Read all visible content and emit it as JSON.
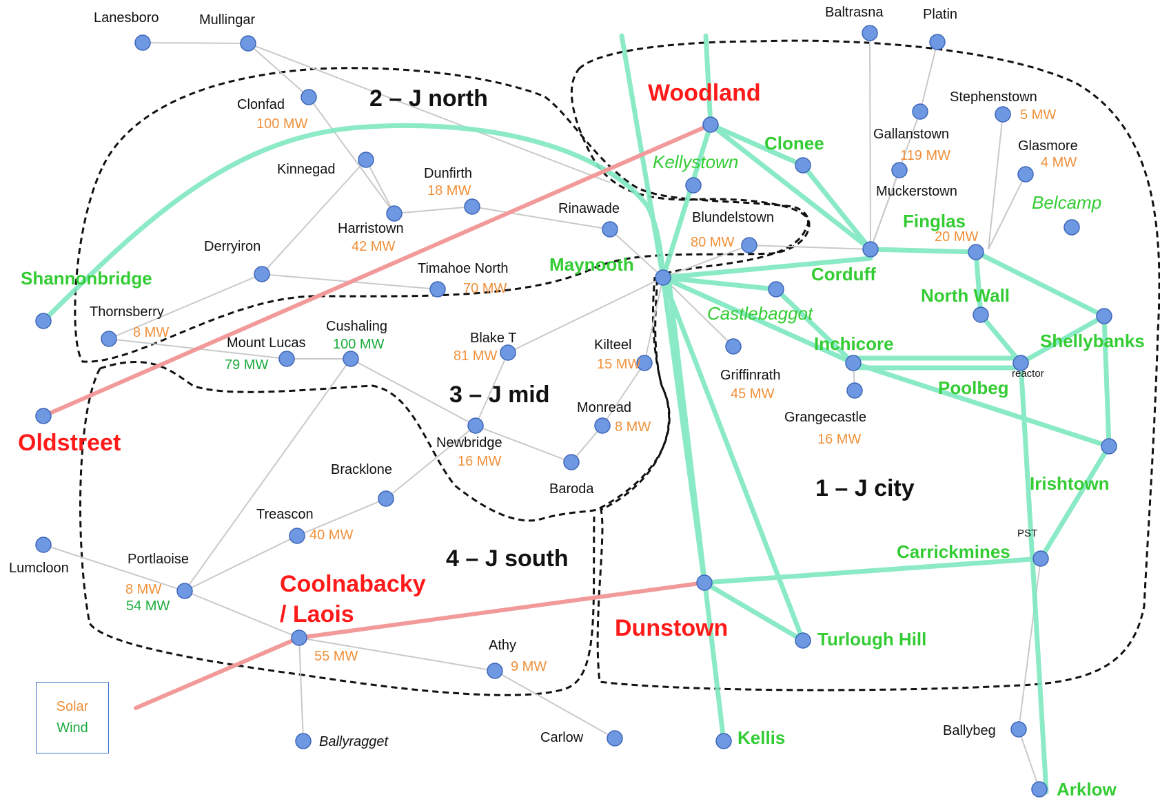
{
  "colors": {
    "node_fill": "#6f98e2",
    "node_stroke": "#3d66b8",
    "thin_line": "#c9c9c9",
    "hv_400kv": "#7fe8c0",
    "interconnector": "#f29a9a",
    "zone_border": "#111111",
    "solar": "#f0903a",
    "wind": "#1bab3c",
    "substation_green": "#33cc33",
    "substation_red": "#ff1a1a"
  },
  "zones": [
    {
      "id": "north",
      "label": "2 – J north"
    },
    {
      "id": "mid",
      "label": "3 – J mid"
    },
    {
      "id": "south",
      "label": "4 – J south"
    },
    {
      "id": "city",
      "label": "1 – J city"
    }
  ],
  "legend": {
    "solar": "Solar",
    "wind": "Wind"
  },
  "nodes": [
    {
      "id": "lanesboro",
      "name": "Lanesboro"
    },
    {
      "id": "mullingar",
      "name": "Mullingar"
    },
    {
      "id": "clonfad",
      "name": "Clonfad",
      "solar": "100 MW"
    },
    {
      "id": "kinnegad",
      "name": "Kinnegad"
    },
    {
      "id": "dunfirth",
      "name": "Dunfirth",
      "solar": "18 MW"
    },
    {
      "id": "harristown",
      "name": "Harristown",
      "solar": "42 MW"
    },
    {
      "id": "rinawade",
      "name": "Rinawade"
    },
    {
      "id": "derryiron",
      "name": "Derryiron"
    },
    {
      "id": "timahoe",
      "name": "Timahoe North",
      "solar": "70 MW"
    },
    {
      "id": "thornsberry",
      "name": "Thornsberry",
      "solar": "8 MW"
    },
    {
      "id": "mountlucas",
      "name": "Mount Lucas",
      "wind": "79 MW"
    },
    {
      "id": "cushaling",
      "name": "Cushaling",
      "wind": "100 MW"
    },
    {
      "id": "shannonbridge",
      "name": "Shannonbridge"
    },
    {
      "id": "oldstreet",
      "name": "Oldstreet"
    },
    {
      "id": "blaket",
      "name": "Blake T",
      "solar": "81 MW"
    },
    {
      "id": "kilteel",
      "name": "Kilteel",
      "solar": "15 MW"
    },
    {
      "id": "monread",
      "name": "Monread",
      "solar": "8 MW"
    },
    {
      "id": "newbridge",
      "name": "Newbridge",
      "solar": "16 MW"
    },
    {
      "id": "baroda",
      "name": "Baroda"
    },
    {
      "id": "bracklone",
      "name": "Bracklone"
    },
    {
      "id": "treascon",
      "name": "Treascon",
      "solar": "40 MW"
    },
    {
      "id": "portlaoise",
      "name": "Portlaoise",
      "solar": "8 MW",
      "wind": "54 MW"
    },
    {
      "id": "lumcloon",
      "name": "Lumcloon"
    },
    {
      "id": "coolnabacky",
      "name": "Coolnabacky\n/ Laois",
      "solar": "55 MW"
    },
    {
      "id": "athy",
      "name": "Athy",
      "solar": "9 MW"
    },
    {
      "id": "ballyragget",
      "name": "Ballyragget"
    },
    {
      "id": "carlow",
      "name": "Carlow"
    },
    {
      "id": "kellis",
      "name": "Kellis"
    },
    {
      "id": "dunstown",
      "name": "Dunstown"
    },
    {
      "id": "turlough",
      "name": "Turlough Hill"
    },
    {
      "id": "woodland",
      "name": "Woodland"
    },
    {
      "id": "kellystown",
      "name": "Kellystown"
    },
    {
      "id": "clonee",
      "name": "Clonee"
    },
    {
      "id": "blundelstown",
      "name": "Blundelstown",
      "solar": "80 MW"
    },
    {
      "id": "maynooth",
      "name": "Maynooth"
    },
    {
      "id": "castlebaggot",
      "name": "Castlebaggot"
    },
    {
      "id": "griffinrath",
      "name": "Griffinrath",
      "solar": "45 MW"
    },
    {
      "id": "grangecastle",
      "name": "Grangecastle",
      "solar": "16 MW"
    },
    {
      "id": "inchicore",
      "name": "Inchicore"
    },
    {
      "id": "baltrasna",
      "name": "Baltrasna"
    },
    {
      "id": "platin",
      "name": "Platin"
    },
    {
      "id": "gallanstown",
      "name": "Gallanstown",
      "solar": "119 MW"
    },
    {
      "id": "muckerstown",
      "name": "Muckerstown"
    },
    {
      "id": "corduff",
      "name": "Corduff"
    },
    {
      "id": "stephenstown",
      "name": "Stephenstown",
      "solar": "5 MW"
    },
    {
      "id": "glasmore",
      "name": "Glasmore",
      "solar": "4 MW"
    },
    {
      "id": "belcamp",
      "name": "Belcamp"
    },
    {
      "id": "finglas",
      "name": "Finglas",
      "solar": "20 MW"
    },
    {
      "id": "northwall",
      "name": "North Wall"
    },
    {
      "id": "shellybanks",
      "name": "Shellybanks"
    },
    {
      "id": "poolbeg",
      "name": "Poolbeg"
    },
    {
      "id": "reactor",
      "name": "reactor"
    },
    {
      "id": "irishtown",
      "name": "Irishtown"
    },
    {
      "id": "carrickmines",
      "name": "Carrickmines"
    },
    {
      "id": "pst",
      "name": "PST"
    },
    {
      "id": "ballybeg",
      "name": "Ballybeg"
    },
    {
      "id": "arklow",
      "name": "Arklow"
    }
  ]
}
